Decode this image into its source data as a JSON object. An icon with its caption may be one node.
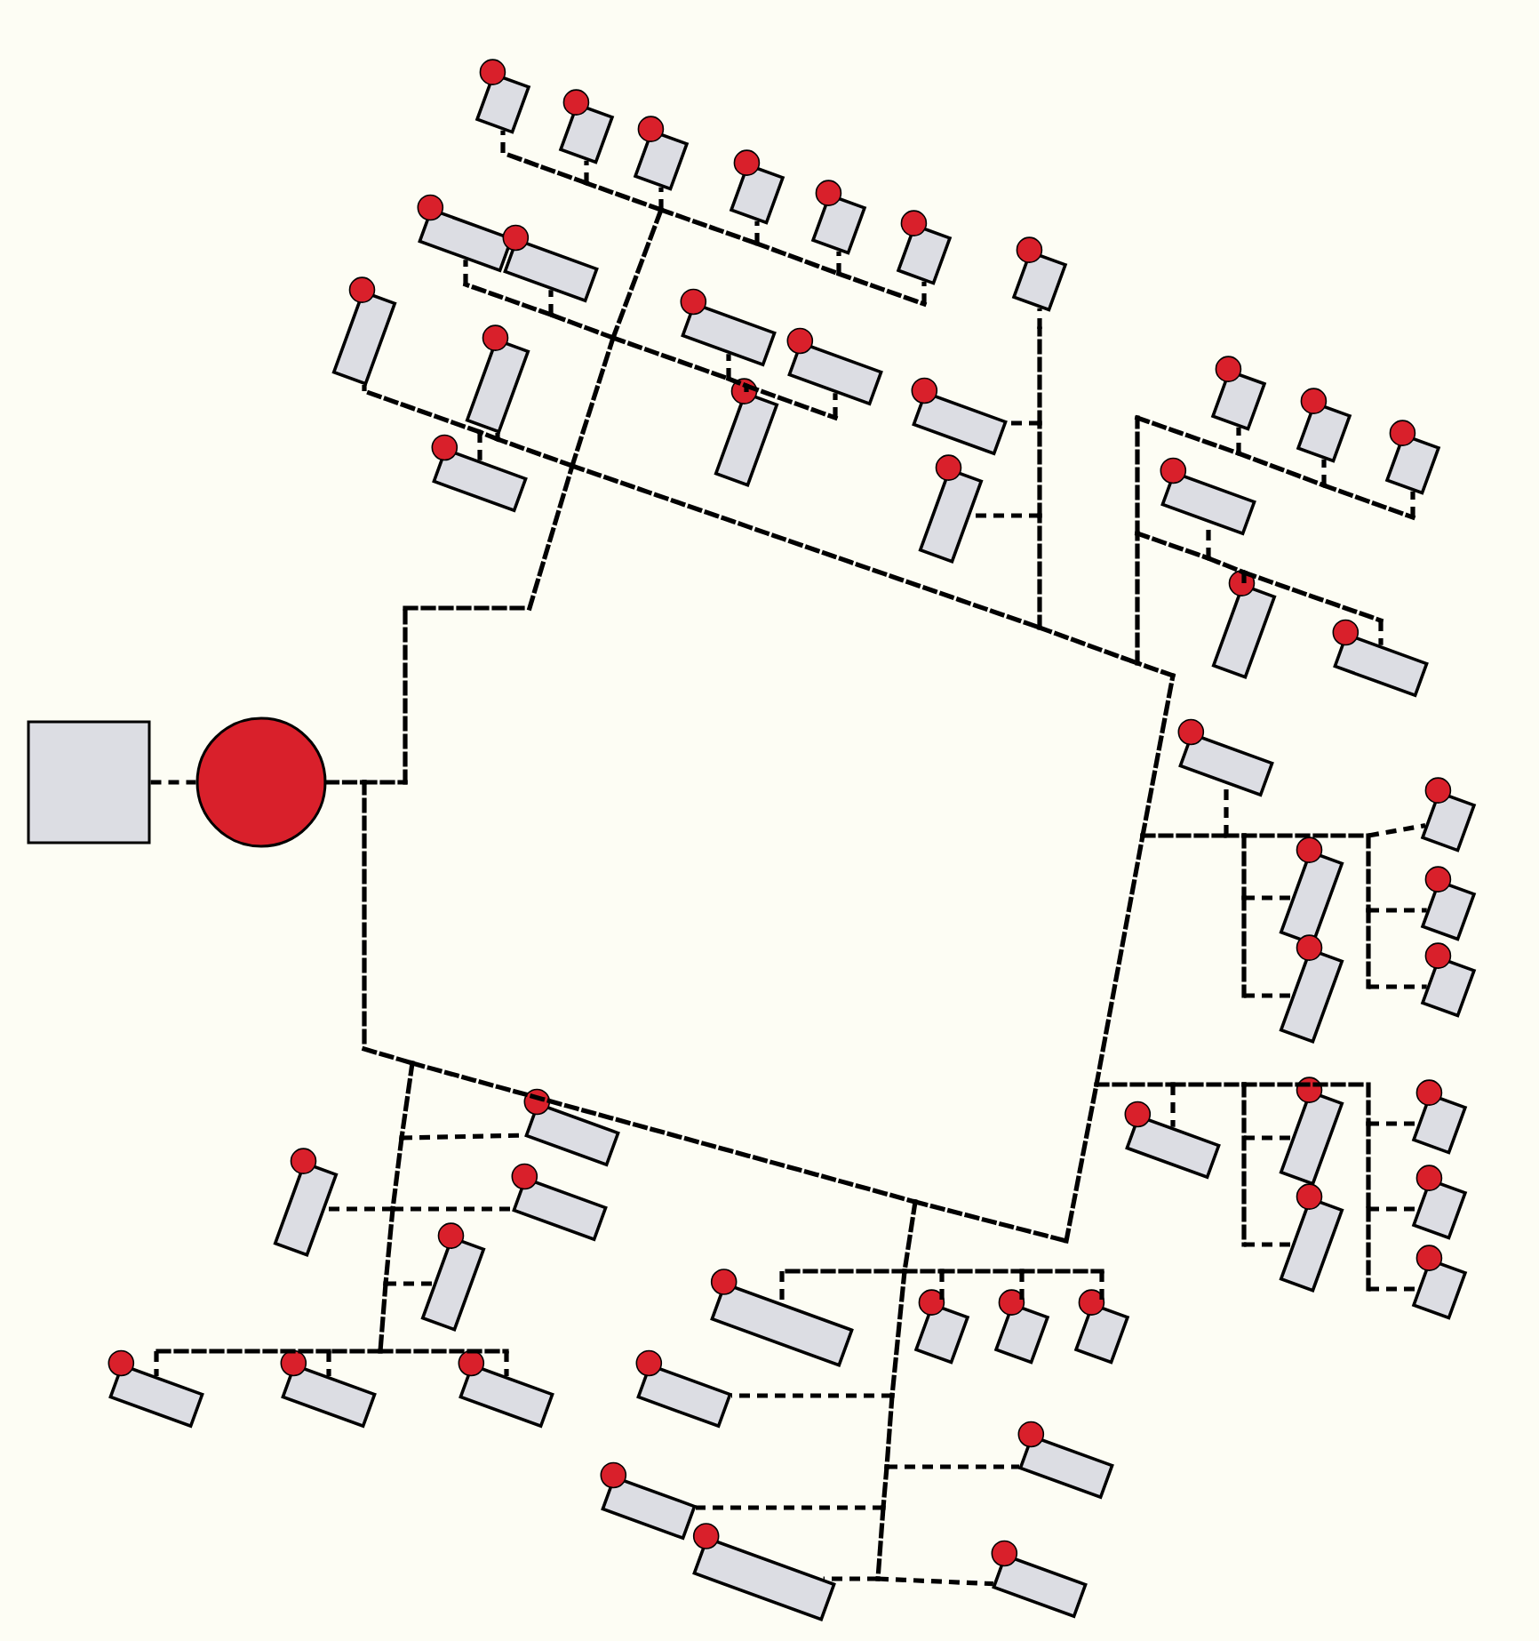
{
  "diagram": {
    "nodes": [
      {
        "text": [],
        "shape": "box"
      },
      {
        "text": [],
        "shape": "circle"
      },
      {
        "text": [],
        "shape": "box"
      },
      {
        "text": [],
        "shape": "box"
      },
      {
        "text": [],
        "shape": "box"
      },
      {
        "text": [],
        "shape": "box"
      },
      {
        "text": [],
        "shape": "box"
      },
      {
        "text": [],
        "shape": "box"
      },
      {
        "text": [],
        "shape": "box"
      },
      {
        "text": [],
        "shape": "box"
      },
      {
        "text": [],
        "shape": "box"
      },
      {
        "text": [],
        "shape": "box"
      },
      {
        "text": [],
        "shape": "box"
      },
      {
        "text": [],
        "shape": "box"
      },
      {
        "text": [],
        "shape": "box"
      },
      {
        "text": [],
        "shape": "box"
      },
      {
        "text": [],
        "shape": "box"
      },
      {
        "text": [],
        "shape": "box"
      },
      {
        "text": [],
        "shape": "box"
      },
      {
        "text": [],
        "shape": "box"
      },
      {
        "text": [],
        "shape": "box"
      },
      {
        "text": [],
        "shape": "box"
      },
      {
        "text": [],
        "shape": "box"
      },
      {
        "text": [],
        "shape": "box"
      },
      {
        "text": [],
        "shape": "box"
      },
      {
        "text": [],
        "shape": "box"
      },
      {
        "text": [],
        "shape": "box"
      },
      {
        "text": [],
        "shape": "box"
      },
      {
        "text": [],
        "shape": "box"
      },
      {
        "text": [],
        "shape": "box"
      },
      {
        "text": [],
        "shape": "box"
      },
      {
        "text": [],
        "shape": "box"
      },
      {
        "text": [],
        "shape": "box"
      },
      {
        "text": [],
        "shape": "box"
      },
      {
        "text": [],
        "shape": "box"
      },
      {
        "text": [],
        "shape": "box"
      },
      {
        "text": [],
        "shape": "box"
      },
      {
        "text": [],
        "shape": "box"
      },
      {
        "text": [],
        "shape": "box"
      },
      {
        "text": [],
        "shape": "box"
      },
      {
        "text": [],
        "shape": "box"
      },
      {
        "text": [],
        "shape": "box"
      },
      {
        "text": [],
        "shape": "box"
      },
      {
        "text": [],
        "shape": "box"
      },
      {
        "text": [],
        "shape": "box"
      },
      {
        "text": [],
        "shape": "box"
      },
      {
        "text": [],
        "shape": "box"
      },
      {
        "text": [],
        "shape": "box"
      },
      {
        "text": [],
        "shape": "box"
      },
      {
        "text": [],
        "shape": "box"
      },
      {
        "text": [],
        "shape": "box"
      },
      {
        "text": [],
        "shape": "box"
      },
      {
        "text": [],
        "shape": "box"
      }
    ],
    "edges": [
      {
        "from": 0,
        "to": 1,
        "arrow": "none"
      },
      {
        "from": 1,
        "to": 2,
        "arrow": "none"
      },
      {
        "from": 1,
        "to": 3,
        "arrow": "none"
      },
      {
        "from": 1,
        "to": 4,
        "arrow": "none"
      },
      {
        "from": 1,
        "to": 5,
        "arrow": "none"
      },
      {
        "from": 1,
        "to": 6,
        "arrow": "none"
      },
      {
        "from": 1,
        "to": 7,
        "arrow": "none"
      },
      {
        "from": 1,
        "to": 8,
        "arrow": "none"
      },
      {
        "from": 1,
        "to": 9,
        "arrow": "none"
      },
      {
        "from": 1,
        "to": 10,
        "arrow": "none"
      },
      {
        "from": 1,
        "to": 11,
        "arrow": "none"
      },
      {
        "from": 1,
        "to": 12,
        "arrow": "none"
      },
      {
        "from": 1,
        "to": 13,
        "arrow": "none"
      },
      {
        "from": 1,
        "to": 14,
        "arrow": "none"
      },
      {
        "from": 1,
        "to": 15,
        "arrow": "none"
      },
      {
        "from": 1,
        "to": 16,
        "arrow": "none"
      },
      {
        "from": 1,
        "to": 17,
        "arrow": "none"
      },
      {
        "from": 1,
        "to": 18,
        "arrow": "none"
      },
      {
        "from": 1,
        "to": 19,
        "arrow": "none"
      },
      {
        "from": 1,
        "to": 20,
        "arrow": "none"
      },
      {
        "from": 1,
        "to": 21,
        "arrow": "none"
      },
      {
        "from": 1,
        "to": 22,
        "arrow": "none"
      },
      {
        "from": 1,
        "to": 23,
        "arrow": "none"
      },
      {
        "from": 1,
        "to": 24,
        "arrow": "none"
      },
      {
        "from": 1,
        "to": 25,
        "arrow": "none"
      },
      {
        "from": 1,
        "to": 26,
        "arrow": "none"
      },
      {
        "from": 1,
        "to": 27,
        "arrow": "none"
      },
      {
        "from": 1,
        "to": 28,
        "arrow": "none"
      },
      {
        "from": 1,
        "to": 29,
        "arrow": "none"
      },
      {
        "from": 1,
        "to": 30,
        "arrow": "none"
      },
      {
        "from": 1,
        "to": 31,
        "arrow": "none"
      },
      {
        "from": 1,
        "to": 32,
        "arrow": "none"
      },
      {
        "from": 1,
        "to": 33,
        "arrow": "none"
      },
      {
        "from": 1,
        "to": 34,
        "arrow": "none"
      },
      {
        "from": 1,
        "to": 35,
        "arrow": "none"
      },
      {
        "from": 1,
        "to": 36,
        "arrow": "none"
      },
      {
        "from": 1,
        "to": 37,
        "arrow": "none"
      },
      {
        "from": 1,
        "to": 38,
        "arrow": "none"
      },
      {
        "from": 1,
        "to": 39,
        "arrow": "none"
      },
      {
        "from": 1,
        "to": 40,
        "arrow": "none"
      },
      {
        "from": 1,
        "to": 41,
        "arrow": "none"
      },
      {
        "from": 1,
        "to": 42,
        "arrow": "none"
      },
      {
        "from": 1,
        "to": 43,
        "arrow": "none"
      },
      {
        "from": 1,
        "to": 44,
        "arrow": "none"
      },
      {
        "from": 1,
        "to": 45,
        "arrow": "none"
      },
      {
        "from": 1,
        "to": 46,
        "arrow": "none"
      },
      {
        "from": 1,
        "to": 47,
        "arrow": "none"
      },
      {
        "from": 1,
        "to": 48,
        "arrow": "none"
      },
      {
        "from": 1,
        "to": 49,
        "arrow": "none"
      },
      {
        "from": 1,
        "to": 50,
        "arrow": "none"
      },
      {
        "from": 1,
        "to": 51,
        "arrow": "none"
      },
      {
        "from": 1,
        "to": 52,
        "arrow": "none"
      }
    ]
  }
}
